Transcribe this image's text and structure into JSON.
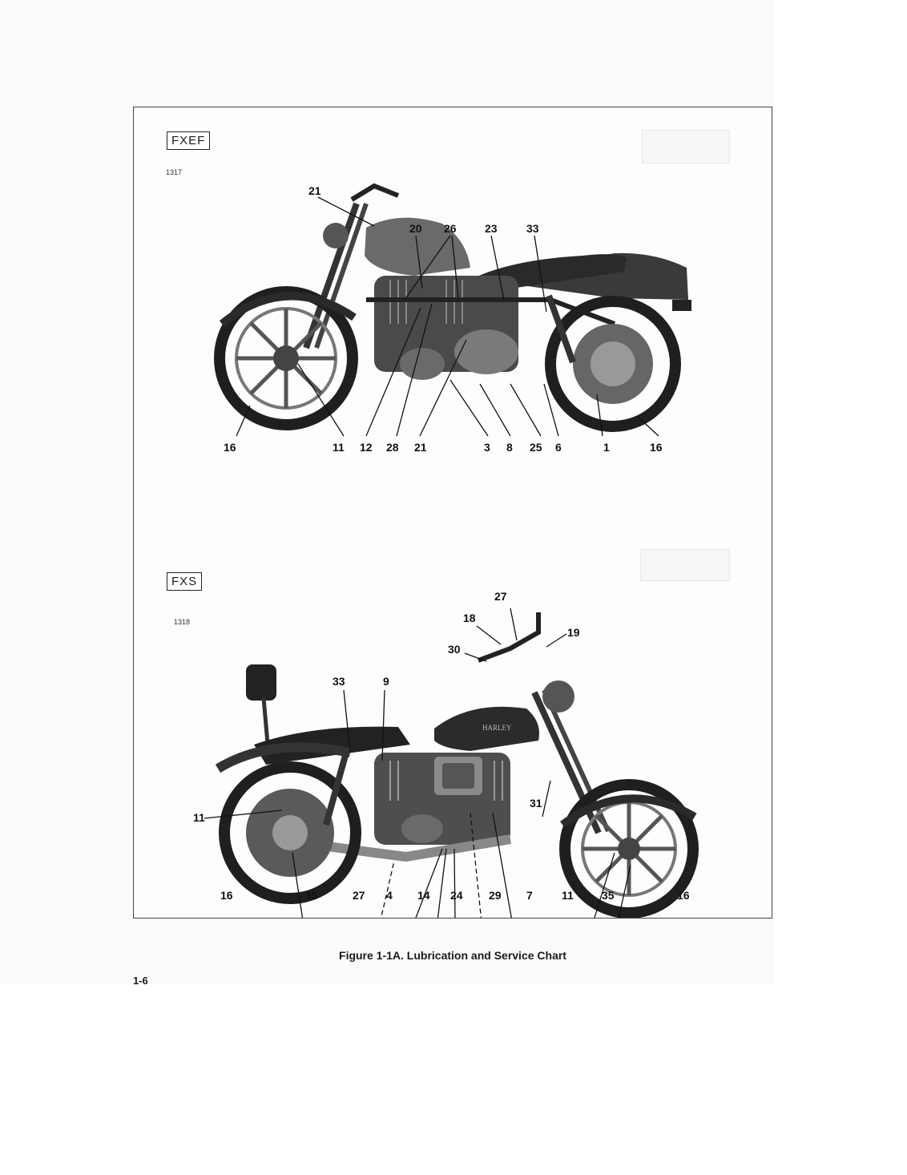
{
  "figure": {
    "caption": "Figure 1-1A. Lubrication and Service Chart",
    "page_number": "1-6"
  },
  "panels": [
    {
      "model": "FXEF",
      "photo_code": "1317",
      "callouts": [
        "21",
        "20",
        "26",
        "23",
        "33",
        "16",
        "11",
        "12",
        "28",
        "21",
        "3",
        "8",
        "25",
        "6",
        "1",
        "16"
      ]
    },
    {
      "model": "FXS",
      "photo_code": "1318",
      "callouts": [
        "27",
        "18",
        "19",
        "30",
        "33",
        "9",
        "11",
        "31",
        "16",
        "35",
        "27",
        "4",
        "14",
        "24",
        "29",
        "7",
        "11",
        "35",
        "16"
      ]
    }
  ]
}
